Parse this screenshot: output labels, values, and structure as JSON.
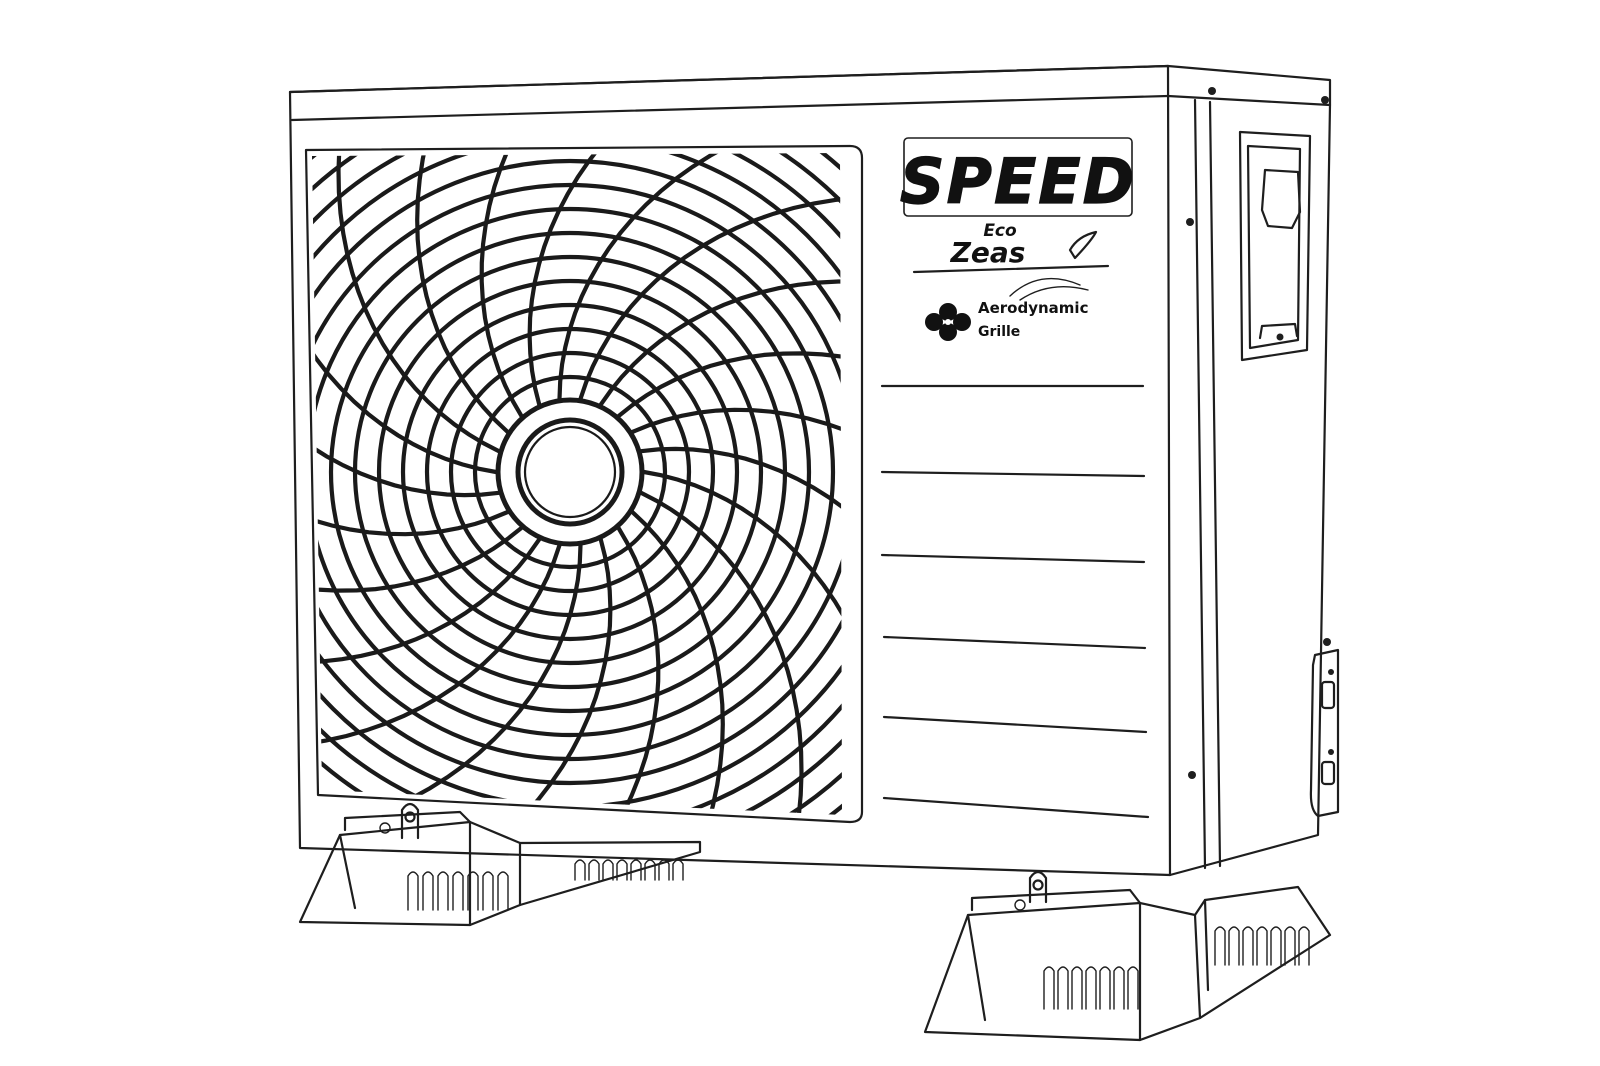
{
  "illustration": {
    "subject": "outdoor-condenser-unit",
    "line_color": "#1e1e1e",
    "background": "#ffffff"
  },
  "brand": {
    "name": "SPEED",
    "series_top": "Eco",
    "series_bottom": "Zeas",
    "feature_line1": "Aerodynamic",
    "feature_line2": "Grille"
  },
  "icons": {
    "feature": "clover-fan-icon"
  }
}
